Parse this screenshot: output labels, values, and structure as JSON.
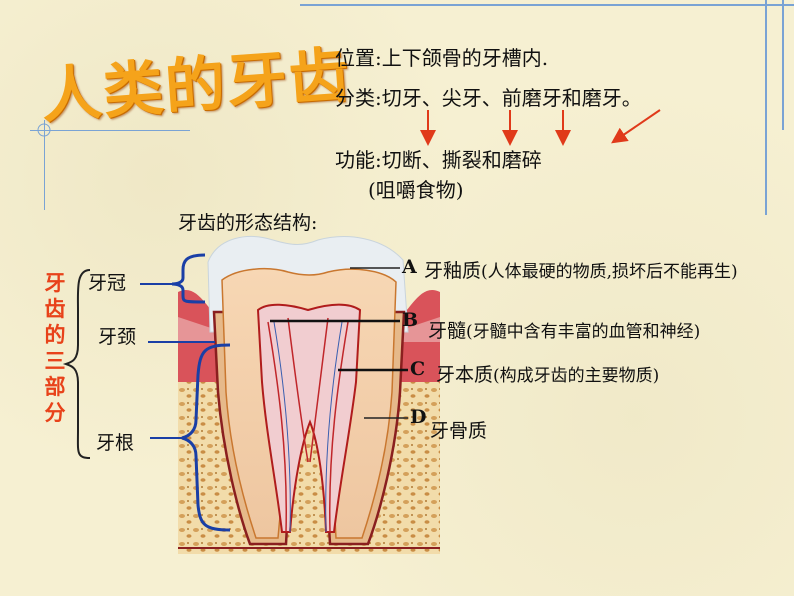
{
  "title": "人类的牙齿",
  "info": {
    "position": "位置:上下颌骨的牙槽内.",
    "classification": "分类:切牙、尖牙、前磨牙和磨牙。",
    "function": "功能:切断、撕裂和磨碎",
    "function_note": "(咀嚼食物)"
  },
  "structure_heading": "牙齿的形态结构:",
  "three_parts": [
    "牙",
    "齿",
    "的",
    "三",
    "部",
    "分"
  ],
  "parts": {
    "crown": "牙冠",
    "neck": "牙颈",
    "root": "牙根"
  },
  "markers": {
    "a": "A",
    "b": "B",
    "c": "C",
    "d": "D"
  },
  "annotations": {
    "a_name": "牙釉质",
    "a_note": "(人体最硬的物质,损坏后不能再生)",
    "b_name": "牙髓",
    "b_note": "(牙髓中含有丰富的血管和神经)",
    "c_name": "牙本质",
    "c_note": "(构成牙齿的主要物质)",
    "d_name": "牙骨质"
  },
  "colors": {
    "title": "#f5a31a",
    "arrow": "#e03a1a",
    "accent_line": "#7aa3d4",
    "red_text": "#e8421a"
  }
}
